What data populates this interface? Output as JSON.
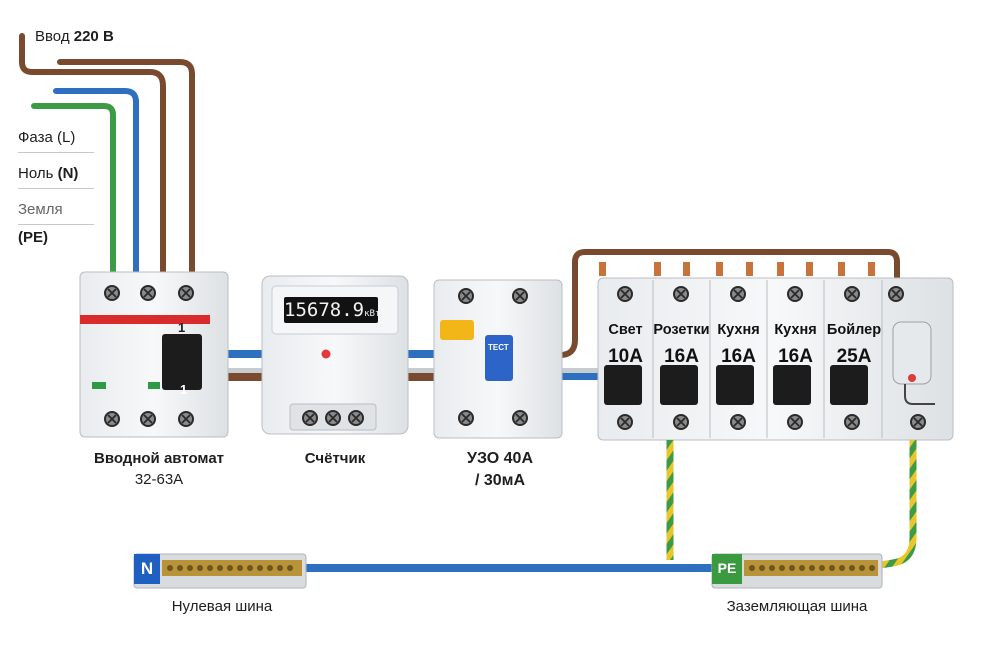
{
  "input": {
    "prefix": "Ввод",
    "voltage": "220 В"
  },
  "legend": {
    "phase_label": "Фаза",
    "phase_code": "(L)",
    "neutral_label": "Ноль",
    "neutral_code": "(N)",
    "earth_label": "Земля",
    "earth_code": "(PE)"
  },
  "devices": {
    "main_breaker": {
      "name": "Вводной автомат",
      "rating": "32-63А",
      "handle_top": "1",
      "handle_bottom": "1"
    },
    "meter": {
      "name": "Счётчик",
      "reading": "15678.9",
      "unit": "кВт"
    },
    "rcd": {
      "name_line1": "УЗО 40А",
      "name_line2": "/ 30мА",
      "test_label": "ТЕСТ"
    }
  },
  "breakers": [
    {
      "name": "Свет",
      "amps": "10А"
    },
    {
      "name": "Розетки",
      "amps": "16А"
    },
    {
      "name": "Кухня",
      "amps": "16А"
    },
    {
      "name": "Кухня",
      "amps": "16А"
    },
    {
      "name": "Бойлер",
      "amps": "25А"
    }
  ],
  "buses": {
    "neutral": {
      "tag": "N",
      "caption": "Нулевая шина"
    },
    "earth": {
      "tag": "PE",
      "caption": "Заземляющая шина"
    }
  },
  "colors": {
    "phase": "#7a4a2e",
    "neutral": "#2f6fc0",
    "earth": "#3d9b45",
    "earth_stripe": "#e8c62a",
    "rcd_test": "#2d64c8",
    "meter_led": "#e03a3a"
  }
}
